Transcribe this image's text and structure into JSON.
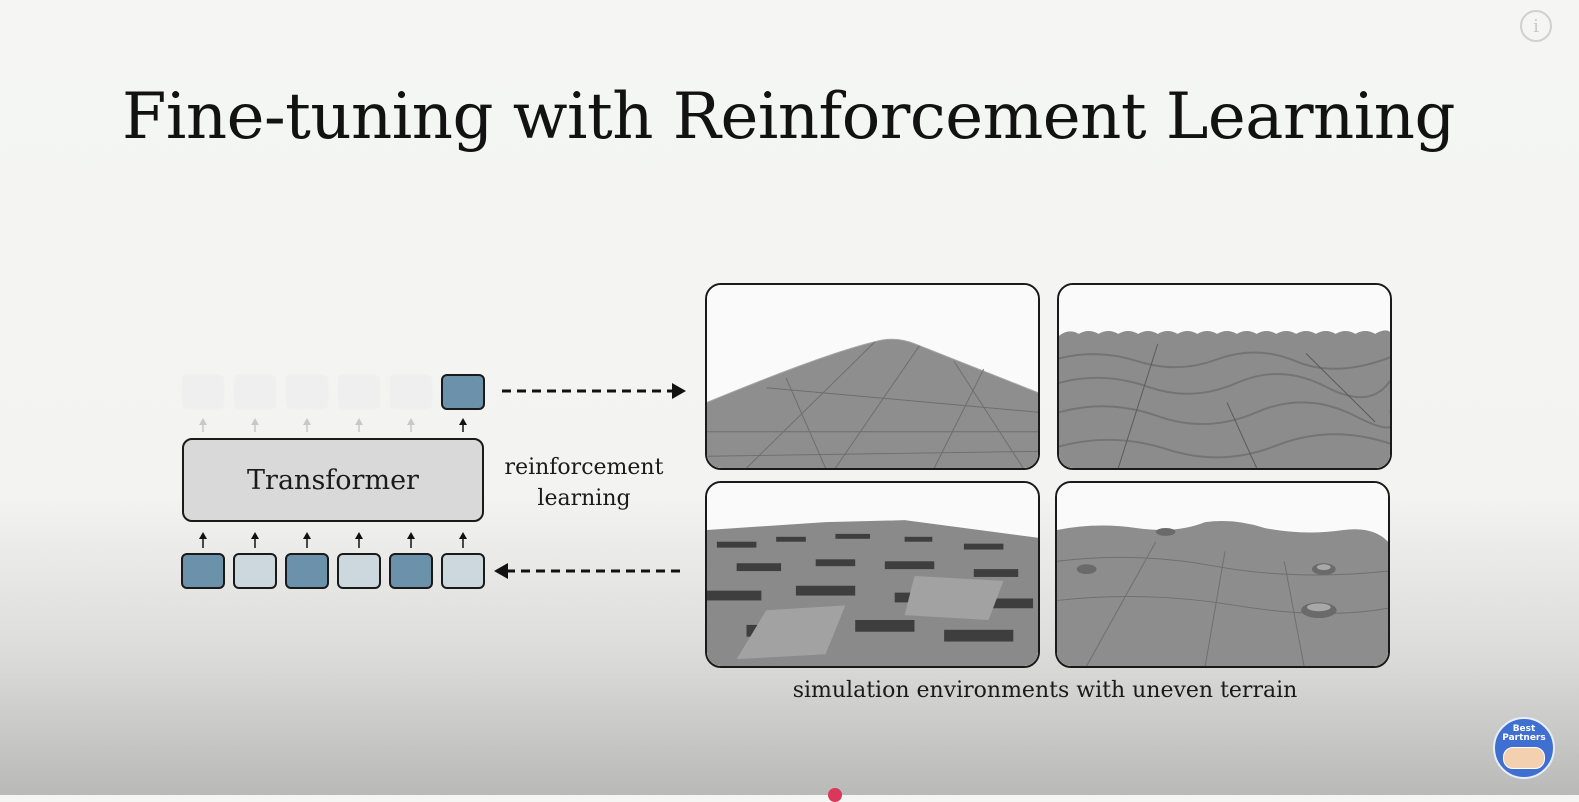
{
  "slide": {
    "title": "Fine-tuning with Reinforcement Learning",
    "transformer_label": "Transformer",
    "rl_label_line1": "reinforcement",
    "rl_label_line2": "learning",
    "caption": "simulation environments with uneven terrain"
  },
  "tokens": {
    "input_states": [
      "dark",
      "light",
      "dark",
      "light",
      "dark",
      "light"
    ],
    "output_states": [
      "faded",
      "faded",
      "faded",
      "faded",
      "faded",
      "dark"
    ]
  },
  "panels": [
    "gentle-hill",
    "wavy-surface",
    "stepped-blocks",
    "rough-with-craters"
  ],
  "colors": {
    "token_dark": "#6b92aa",
    "token_light": "#ccd8de",
    "token_faded": "#eeefee",
    "transformer_fill": "#d9d9d9",
    "terrain": "#8a8a8a"
  },
  "logo": {
    "line1": "Best",
    "line2": "Partners"
  },
  "icons": {
    "info": "info-icon",
    "logo": "best-partners-logo-icon"
  }
}
